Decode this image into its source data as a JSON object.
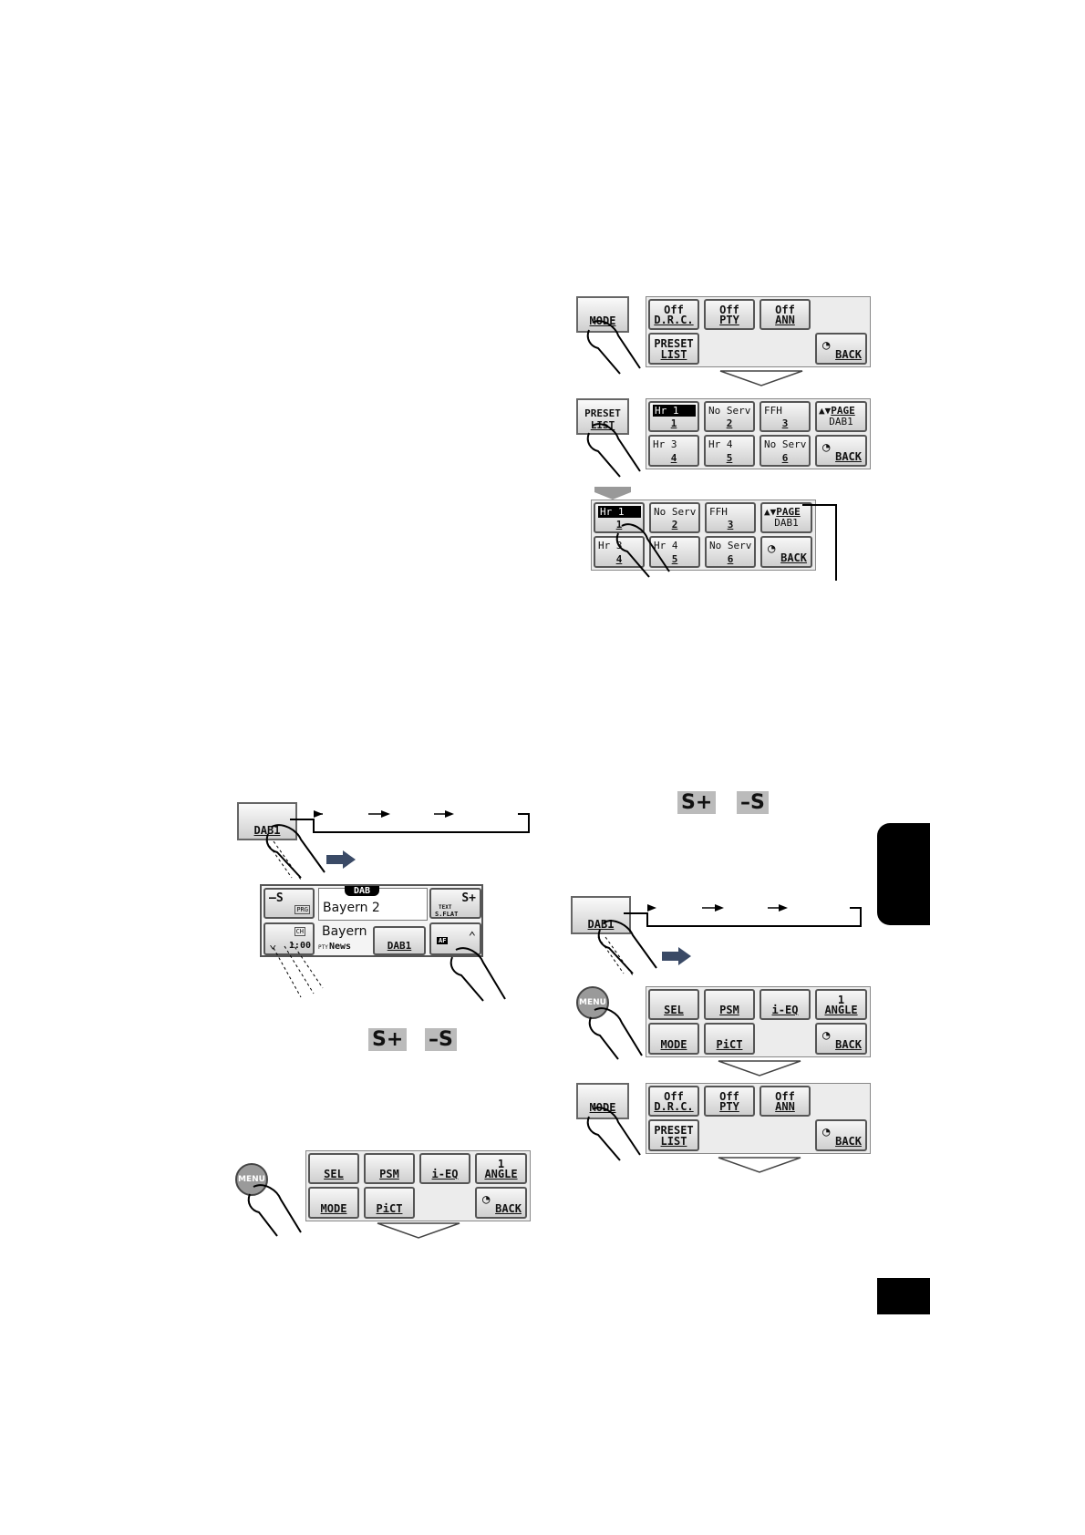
{
  "mode_menu": {
    "mode_button": "MODE",
    "drc": {
      "value": "Off",
      "label": "D.R.C."
    },
    "pty": {
      "value": "Off",
      "label": "PTY"
    },
    "ann": {
      "value": "Off",
      "label": "ANN"
    },
    "preset_list": {
      "line1": "PRESET",
      "line2": "LIST"
    },
    "back": "BACK"
  },
  "preset_list": {
    "button": {
      "line1": "PRESET",
      "line2": "LIST"
    },
    "page": {
      "label": "PAGE",
      "band": "DAB1"
    },
    "back": "BACK",
    "items": [
      {
        "label": "Hr 1",
        "number": "1"
      },
      {
        "label": "No Serv",
        "number": "2"
      },
      {
        "label": "FFH",
        "number": "3"
      },
      {
        "label": "Hr 3",
        "number": "4"
      },
      {
        "label": "Hr 4",
        "number": "5"
      },
      {
        "label": "No Serv",
        "number": "6"
      }
    ]
  },
  "band_buttons": {
    "left": "DAB1",
    "right": "DAB1"
  },
  "display": {
    "minus_s": "–S",
    "source": "DAB",
    "service": "Bayern 2",
    "prg": "PRG",
    "text_badge": "TEXT",
    "sflat": "S.FLAT",
    "s_plus": "S+",
    "ensemble": "Bayern",
    "ch": "CH",
    "time": "1:00",
    "pty_tag": "PTY",
    "pty_name": "News",
    "band": "DAB1",
    "af": "AF"
  },
  "symbols": {
    "s_plus": "S+",
    "minus_s": "–S"
  },
  "main_menu": {
    "menu_button": "MENU",
    "sel": "SEL",
    "psm": "PSM",
    "ieq": "i-EQ",
    "angle": {
      "value": "1",
      "label": "ANGLE"
    },
    "mode": "MODE",
    "pict": "PiCT",
    "back": "BACK"
  }
}
